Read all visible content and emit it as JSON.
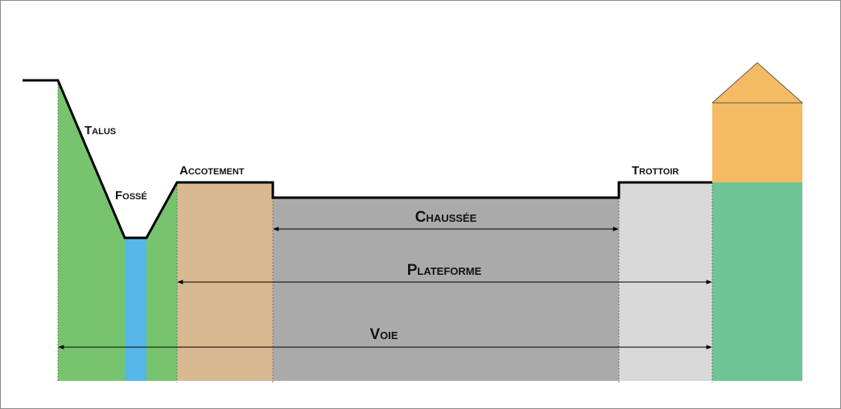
{
  "labels": {
    "talus": "Talus",
    "fosse": "Fossé",
    "accotement": "Accotement",
    "trottoir": "Trottoir",
    "chaussee": "Chaussée",
    "plateforme": "Plateforme",
    "voie": "Voie"
  },
  "colors": {
    "talus_green": "#78c46e",
    "fosse_blue": "#55b8e8",
    "accotement_tan": "#d9b991",
    "chaussee_gray": "#aaaaaa",
    "trottoir_gray": "#d9d9d9",
    "house_wall_green": "#6ec494",
    "house_orange": "#f4bb63",
    "outline": "#000000"
  }
}
